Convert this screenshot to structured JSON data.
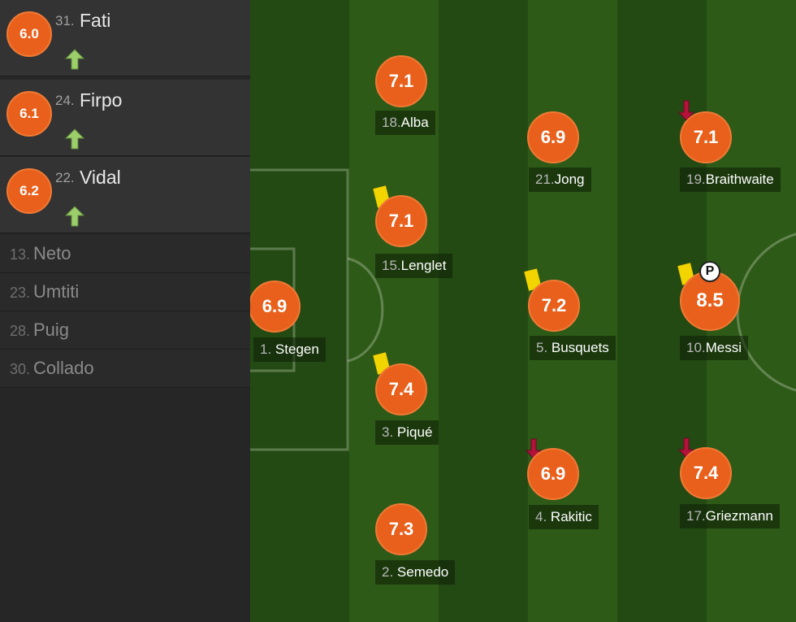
{
  "substitutes_used": [
    {
      "number": "31.",
      "name": "Fati",
      "rating": "6.0"
    },
    {
      "number": "24.",
      "name": "Firpo",
      "rating": "6.1"
    },
    {
      "number": "22.",
      "name": "Vidal",
      "rating": "6.2"
    }
  ],
  "bench": [
    {
      "number": "13.",
      "name": "Neto"
    },
    {
      "number": "23.",
      "name": "Umtiti"
    },
    {
      "number": "28.",
      "name": "Puig"
    },
    {
      "number": "30.",
      "name": "Collado"
    }
  ],
  "players": {
    "stegen": {
      "number": "1.",
      "name": "Stegen",
      "rating": "6.9"
    },
    "alba": {
      "number": "18.",
      "name": "Alba",
      "rating": "7.1"
    },
    "lenglet": {
      "number": "15.",
      "name": "Lenglet",
      "rating": "7.1"
    },
    "pique": {
      "number": "3.",
      "name": "Piqué",
      "rating": "7.4"
    },
    "semedo": {
      "number": "2.",
      "name": "Semedo",
      "rating": "7.3"
    },
    "jong": {
      "number": "21.",
      "name": "Jong",
      "rating": "6.9"
    },
    "busquets": {
      "number": "5.",
      "name": "Busquets",
      "rating": "7.2"
    },
    "rakitic": {
      "number": "4.",
      "name": "Rakitic",
      "rating": "6.9"
    },
    "braithwaite": {
      "number": "19.",
      "name": "Braithwaite",
      "rating": "7.1"
    },
    "messi": {
      "number": "10.",
      "name": "Messi",
      "rating": "8.5"
    },
    "griezmann": {
      "number": "17.",
      "name": "Griezmann",
      "rating": "7.4"
    }
  },
  "penalty_icon_text": "P",
  "colors": {
    "rating_badge": "#e8601c",
    "yellow_card": "#f1d400",
    "sub_in_arrow": "#9ccf6b",
    "sub_off_arrow": "#b3123a",
    "pitch_dark": "#264d14",
    "pitch_light": "#2f5a19"
  },
  "icons": [
    "sub-in-arrow-icon",
    "sub-off-arrow-icon",
    "yellow-card-icon",
    "penalty-goal-icon"
  ]
}
